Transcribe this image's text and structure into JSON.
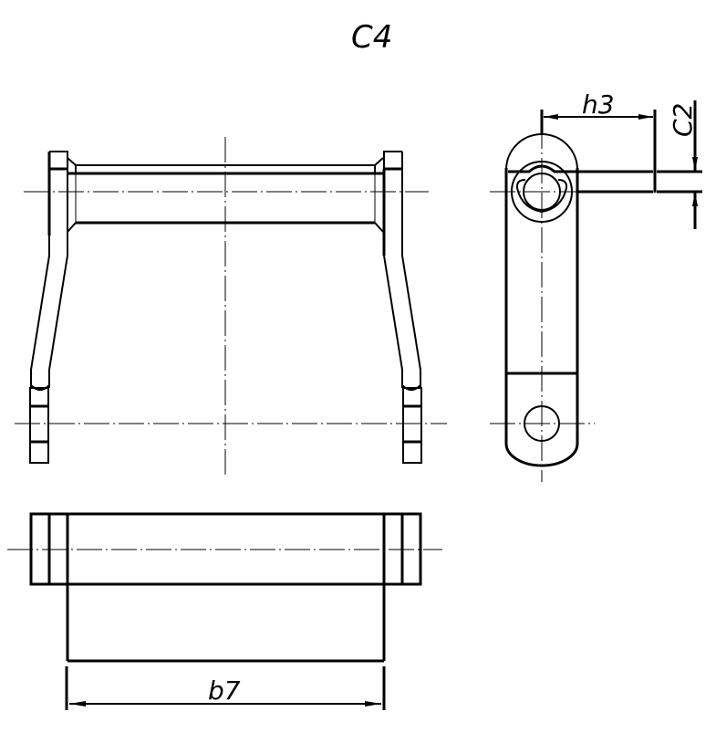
{
  "drawing": {
    "title": "C4",
    "views": {
      "front": {
        "name": "front-view"
      },
      "side": {
        "name": "side-view"
      },
      "top": {
        "name": "top-view"
      }
    },
    "dimensions": {
      "h3": "h3",
      "c2": "C2",
      "b7": "b7"
    },
    "colors": {
      "line": "#000000",
      "background": "#ffffff"
    }
  }
}
